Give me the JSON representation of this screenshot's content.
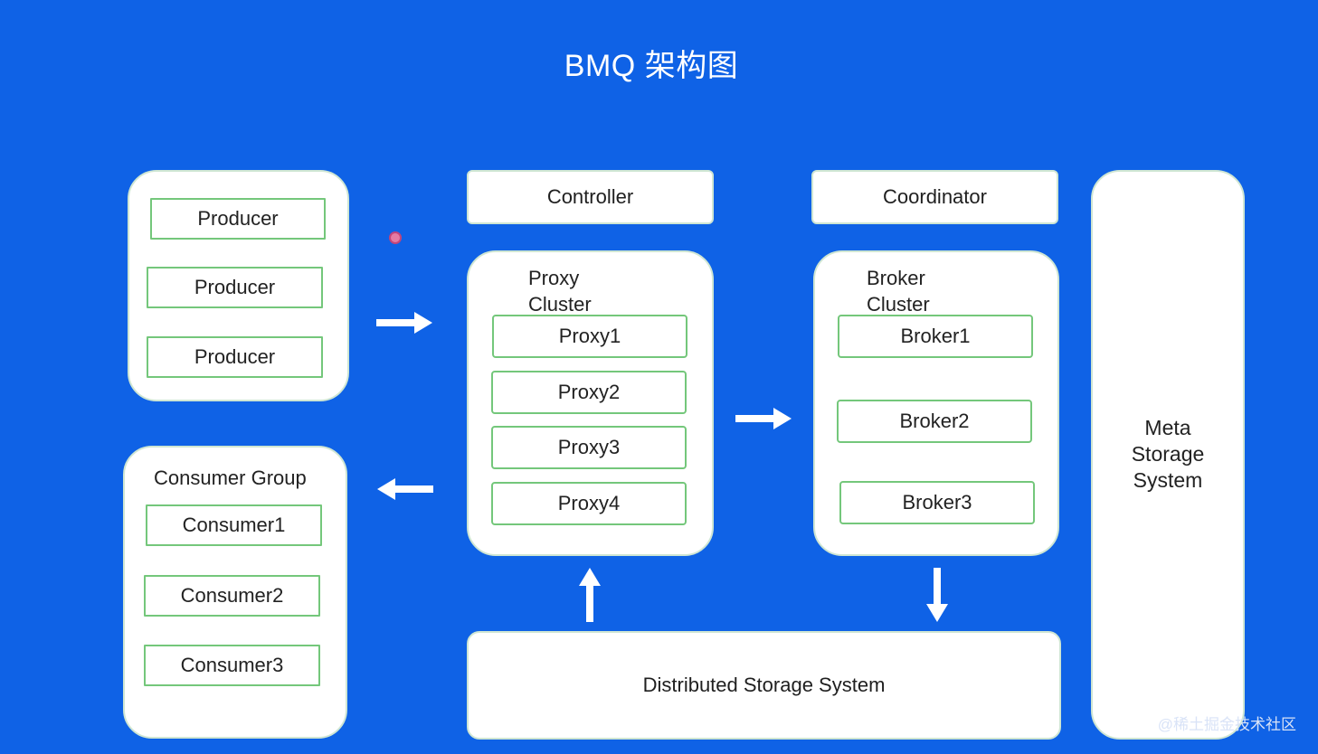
{
  "title": "BMQ 架构图",
  "producers": {
    "items": [
      "Producer",
      "Producer",
      "Producer"
    ]
  },
  "consumer_group": {
    "label": "Consumer Group",
    "items": [
      "Consumer1",
      "Consumer2",
      "Consumer3"
    ]
  },
  "controller": {
    "label": "Controller"
  },
  "coordinator": {
    "label": "Coordinator"
  },
  "proxy_cluster": {
    "label_line1": "Proxy",
    "label_line2": "Cluster",
    "items": [
      "Proxy1",
      "Proxy2",
      "Proxy3",
      "Proxy4"
    ]
  },
  "broker_cluster": {
    "label_line1": "Broker",
    "label_line2": "Cluster",
    "items": [
      "Broker1",
      "Broker2",
      "Broker3"
    ]
  },
  "meta_storage": {
    "line1": "Meta",
    "line2": "Storage",
    "line3": "System"
  },
  "distributed_storage": {
    "label": "Distributed Storage System"
  },
  "watermark": "@稀土掘金技术社区",
  "colors": {
    "background": "#0f62e6",
    "panel": "#ffffff",
    "item_border": "#74c77b",
    "arrow": "#ffffff"
  },
  "arrows": [
    {
      "name": "producers-to-proxy",
      "direction": "right"
    },
    {
      "name": "proxy-to-consumers",
      "direction": "left"
    },
    {
      "name": "proxy-to-broker",
      "direction": "right"
    },
    {
      "name": "storage-to-proxy",
      "direction": "up"
    },
    {
      "name": "broker-to-storage",
      "direction": "down"
    }
  ]
}
